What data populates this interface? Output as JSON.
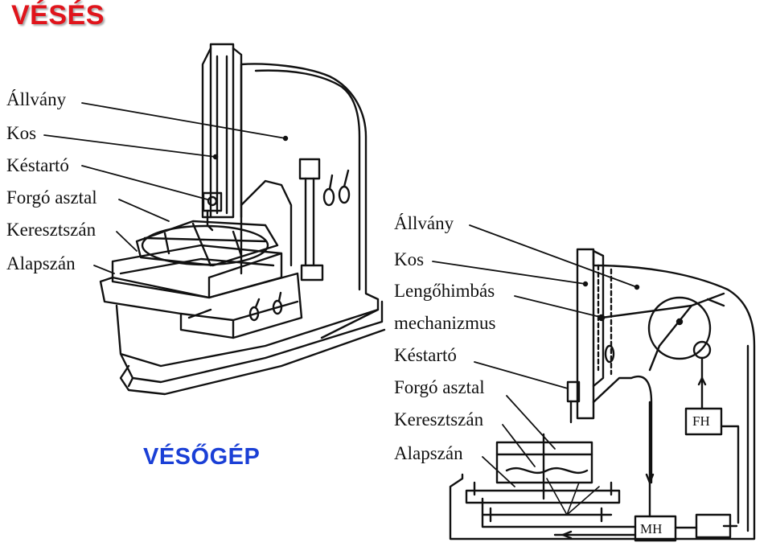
{
  "title": "VÉSÉS",
  "caption": "VÉSŐGÉP",
  "colors": {
    "title": "#e0141b",
    "caption": "#1a3fd6",
    "ink": "#111111"
  },
  "left_diagram": {
    "labels": [
      "Állvány",
      "Kos",
      "Késtartó",
      "Forgó asztal",
      "Keresztszán",
      "Alapszán"
    ]
  },
  "right_diagram": {
    "labels": [
      "Állvány",
      "Kos",
      "Lengőhimbás",
      "mechanizmus",
      "Késtartó",
      "Forgó asztal",
      "Keresztszán",
      "Alapszán"
    ],
    "boxes": {
      "fh": "FH",
      "mh": "MH"
    }
  }
}
